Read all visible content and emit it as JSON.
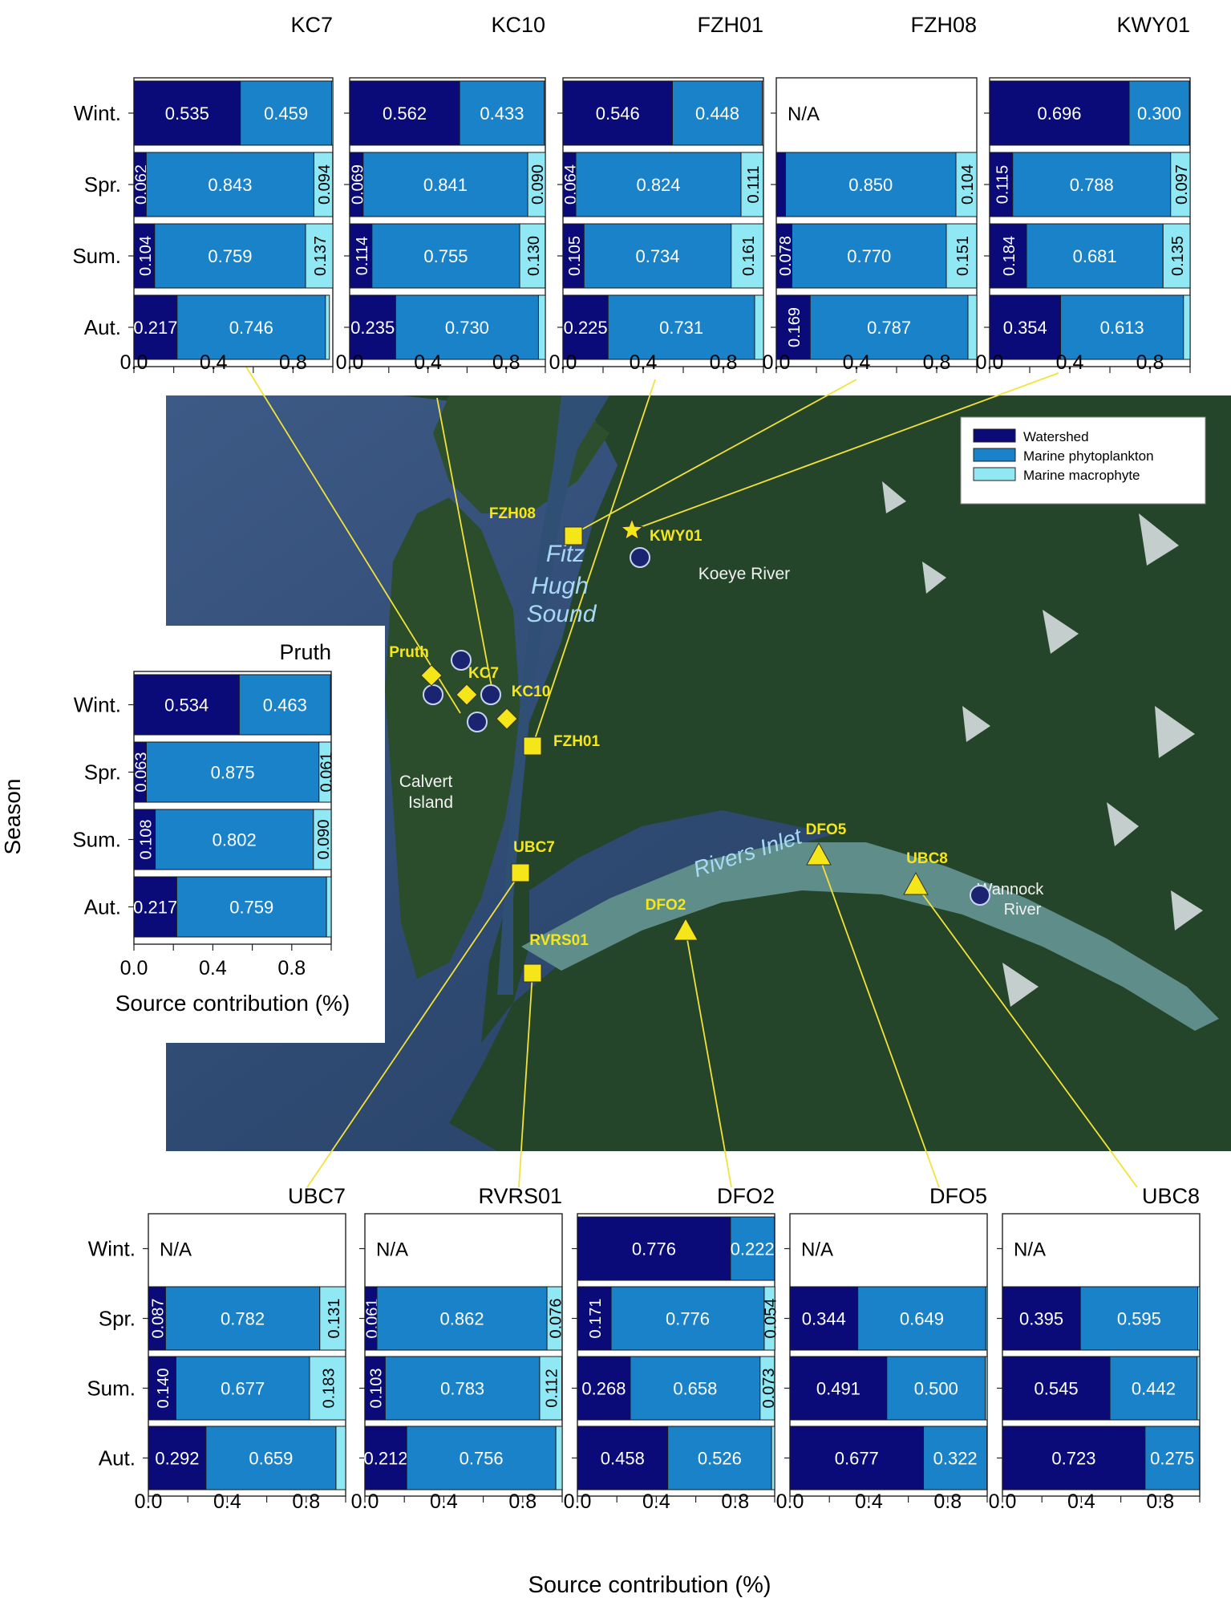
{
  "figure": {
    "y_axis_title": "Season",
    "x_axis_title": "Source contribution (%)",
    "seasons": [
      "Wint.",
      "Spr.",
      "Sum.",
      "Aut."
    ],
    "ticks": [
      "0.0",
      "0.4",
      "0.8"
    ],
    "na_label": "N/A"
  },
  "colors": {
    "watershed": "#0a0a78",
    "phytoplankton": "#1a82c8",
    "macrophyte": "#90e8f4",
    "callout_line": "#f2e23a",
    "site_marker": "#f5e61a",
    "river_marker": "#1a2470"
  },
  "legend": {
    "entries": [
      {
        "label": "Watershed",
        "key": "watershed"
      },
      {
        "label": "Marine phytoplankton",
        "key": "phytoplankton"
      },
      {
        "label": "Marine macrophyte",
        "key": "macrophyte"
      }
    ]
  },
  "map": {
    "place_labels": [
      {
        "text": "Fitz",
        "style": "water"
      },
      {
        "text": "Hugh",
        "style": "water"
      },
      {
        "text": "Sound",
        "style": "water"
      },
      {
        "text": "Rivers Inlet",
        "style": "water"
      },
      {
        "text": "Koeye River",
        "style": "land"
      },
      {
        "text": "Calvert",
        "style": "land"
      },
      {
        "text": "Island",
        "style": "land"
      },
      {
        "text": "Wannock",
        "style": "land"
      },
      {
        "text": "River",
        "style": "land"
      }
    ],
    "sites": [
      {
        "name": "FZH08",
        "marker": "square"
      },
      {
        "name": "KWY01",
        "marker": "star"
      },
      {
        "name": "Pruth",
        "marker": "diamond"
      },
      {
        "name": "KC7",
        "marker": "diamond"
      },
      {
        "name": "KC10",
        "marker": "diamond"
      },
      {
        "name": "FZH01",
        "marker": "square"
      },
      {
        "name": "UBC7",
        "marker": "square"
      },
      {
        "name": "RVRS01",
        "marker": "square"
      },
      {
        "name": "DFO2",
        "marker": "triangle"
      },
      {
        "name": "DFO5",
        "marker": "triangle"
      },
      {
        "name": "UBC8",
        "marker": "triangle"
      }
    ]
  },
  "chart_data": {
    "type": "bar",
    "orientation": "horizontal",
    "stacked": true,
    "xlim": [
      0,
      1
    ],
    "xlabel": "Source contribution (%)",
    "ylabel": "Season",
    "categories": [
      "Wint.",
      "Spr.",
      "Sum.",
      "Aut."
    ],
    "series_keys": [
      "watershed",
      "phytoplankton",
      "macrophyte"
    ],
    "series_names": [
      "Watershed",
      "Marine phytoplankton",
      "Marine macrophyte"
    ],
    "legend_position": "top-right of map",
    "panels": [
      {
        "site": "KC7",
        "rows": [
          {
            "season": "Wint.",
            "values": [
              0.535,
              0.459,
              0.006
            ],
            "labels": [
              "0.535",
              "0.459",
              ""
            ]
          },
          {
            "season": "Spr.",
            "values": [
              0.062,
              0.843,
              0.094
            ],
            "labels": [
              "0.062",
              "0.843",
              "0.094"
            ]
          },
          {
            "season": "Sum.",
            "values": [
              0.104,
              0.759,
              0.137
            ],
            "labels": [
              "0.104",
              "0.759",
              "0.137"
            ]
          },
          {
            "season": "Aut.",
            "values": [
              0.217,
              0.746,
              0.02
            ],
            "labels": [
              "0.217",
              "0.746",
              ""
            ]
          }
        ]
      },
      {
        "site": "KC10",
        "rows": [
          {
            "season": "Wint.",
            "values": [
              0.562,
              0.433,
              0.005
            ],
            "labels": [
              "0.562",
              "0.433",
              ""
            ]
          },
          {
            "season": "Spr.",
            "values": [
              0.069,
              0.841,
              0.09
            ],
            "labels": [
              "0.069",
              "0.841",
              "0.090"
            ]
          },
          {
            "season": "Sum.",
            "values": [
              0.114,
              0.755,
              0.13
            ],
            "labels": [
              "0.114",
              "0.755",
              "0.130"
            ]
          },
          {
            "season": "Aut.",
            "values": [
              0.235,
              0.73,
              0.035
            ],
            "labels": [
              "0.235",
              "0.730",
              ""
            ]
          }
        ]
      },
      {
        "site": "FZH01",
        "rows": [
          {
            "season": "Wint.",
            "values": [
              0.546,
              0.448,
              0.006
            ],
            "labels": [
              "0.546",
              "0.448",
              ""
            ]
          },
          {
            "season": "Spr.",
            "values": [
              0.064,
              0.824,
              0.111
            ],
            "labels": [
              "0.064",
              "0.824",
              "0.111"
            ]
          },
          {
            "season": "Sum.",
            "values": [
              0.105,
              0.734,
              0.161
            ],
            "labels": [
              "0.105",
              "0.734",
              "0.161"
            ]
          },
          {
            "season": "Aut.",
            "values": [
              0.225,
              0.731,
              0.044
            ],
            "labels": [
              "0.225",
              "0.731",
              ""
            ]
          }
        ]
      },
      {
        "site": "FZH08",
        "rows": [
          {
            "season": "Wint.",
            "na": true,
            "values": [
              0,
              0,
              0
            ],
            "labels": [
              "",
              "",
              ""
            ]
          },
          {
            "season": "Spr.",
            "values": [
              0.046,
              0.85,
              0.104
            ],
            "labels": [
              "",
              "0.850",
              "0.104"
            ]
          },
          {
            "season": "Sum.",
            "values": [
              0.078,
              0.77,
              0.151
            ],
            "labels": [
              "0.078",
              "0.770",
              "0.151"
            ]
          },
          {
            "season": "Aut.",
            "values": [
              0.169,
              0.787,
              0.044
            ],
            "labels": [
              "0.169",
              "0.787",
              ""
            ]
          }
        ]
      },
      {
        "site": "KWY01",
        "rows": [
          {
            "season": "Wint.",
            "values": [
              0.696,
              0.3,
              0.004
            ],
            "labels": [
              "0.696",
              "0.300",
              ""
            ]
          },
          {
            "season": "Spr.",
            "values": [
              0.115,
              0.788,
              0.097
            ],
            "labels": [
              "0.115",
              "0.788",
              "0.097"
            ]
          },
          {
            "season": "Sum.",
            "values": [
              0.184,
              0.681,
              0.135
            ],
            "labels": [
              "0.184",
              "0.681",
              "0.135"
            ]
          },
          {
            "season": "Aut.",
            "values": [
              0.354,
              0.613,
              0.033
            ],
            "labels": [
              "0.354",
              "0.613",
              ""
            ]
          }
        ]
      },
      {
        "site": "Pruth",
        "rows": [
          {
            "season": "Wint.",
            "values": [
              0.534,
              0.463,
              0.003
            ],
            "labels": [
              "0.534",
              "0.463",
              ""
            ]
          },
          {
            "season": "Spr.",
            "values": [
              0.063,
              0.875,
              0.061
            ],
            "labels": [
              "0.063",
              "0.875",
              "0.061"
            ]
          },
          {
            "season": "Sum.",
            "values": [
              0.108,
              0.802,
              0.09
            ],
            "labels": [
              "0.108",
              "0.802",
              "0.090"
            ]
          },
          {
            "season": "Aut.",
            "values": [
              0.217,
              0.759,
              0.024
            ],
            "labels": [
              "0.217",
              "0.759",
              ""
            ]
          }
        ]
      },
      {
        "site": "UBC7",
        "rows": [
          {
            "season": "Wint.",
            "na": true,
            "values": [
              0,
              0,
              0
            ],
            "labels": [
              "",
              "",
              ""
            ]
          },
          {
            "season": "Spr.",
            "values": [
              0.087,
              0.782,
              0.131
            ],
            "labels": [
              "0.087",
              "0.782",
              "0.131"
            ]
          },
          {
            "season": "Sum.",
            "values": [
              0.14,
              0.677,
              0.183
            ],
            "labels": [
              "0.140",
              "0.677",
              "0.183"
            ]
          },
          {
            "season": "Aut.",
            "values": [
              0.292,
              0.659,
              0.049
            ],
            "labels": [
              "0.292",
              "0.659",
              ""
            ]
          }
        ]
      },
      {
        "site": "RVRS01",
        "rows": [
          {
            "season": "Wint.",
            "na": true,
            "values": [
              0,
              0,
              0
            ],
            "labels": [
              "",
              "",
              ""
            ]
          },
          {
            "season": "Spr.",
            "values": [
              0.061,
              0.862,
              0.076
            ],
            "labels": [
              "0.061",
              "0.862",
              "0.076"
            ]
          },
          {
            "season": "Sum.",
            "values": [
              0.103,
              0.783,
              0.112
            ],
            "labels": [
              "0.103",
              "0.783",
              "0.112"
            ]
          },
          {
            "season": "Aut.",
            "values": [
              0.212,
              0.756,
              0.032
            ],
            "labels": [
              "0.212",
              "0.756",
              ""
            ]
          }
        ]
      },
      {
        "site": "DFO2",
        "rows": [
          {
            "season": "Wint.",
            "values": [
              0.776,
              0.222,
              0.002
            ],
            "labels": [
              "0.776",
              "0.222",
              ""
            ]
          },
          {
            "season": "Spr.",
            "values": [
              0.171,
              0.776,
              0.054
            ],
            "labels": [
              "0.171",
              "0.776",
              "0.054"
            ]
          },
          {
            "season": "Sum.",
            "values": [
              0.268,
              0.658,
              0.073
            ],
            "labels": [
              "0.268",
              "0.658",
              "0.073"
            ]
          },
          {
            "season": "Aut.",
            "values": [
              0.458,
              0.526,
              0.016
            ],
            "labels": [
              "0.458",
              "0.526",
              ""
            ]
          }
        ]
      },
      {
        "site": "DFO5",
        "rows": [
          {
            "season": "Wint.",
            "na": true,
            "values": [
              0,
              0,
              0
            ],
            "labels": [
              "",
              "",
              ""
            ]
          },
          {
            "season": "Spr.",
            "values": [
              0.344,
              0.649,
              0.007
            ],
            "labels": [
              "0.344",
              "0.649",
              ""
            ]
          },
          {
            "season": "Sum.",
            "values": [
              0.491,
              0.5,
              0.009
            ],
            "labels": [
              "0.491",
              "0.500",
              ""
            ]
          },
          {
            "season": "Aut.",
            "values": [
              0.677,
              0.322,
              0.001
            ],
            "labels": [
              "0.677",
              "0.322",
              ""
            ]
          }
        ]
      },
      {
        "site": "UBC8",
        "rows": [
          {
            "season": "Wint.",
            "na": true,
            "values": [
              0,
              0,
              0
            ],
            "labels": [
              "",
              "",
              ""
            ]
          },
          {
            "season": "Spr.",
            "values": [
              0.395,
              0.595,
              0.01
            ],
            "labels": [
              "0.395",
              "0.595",
              ""
            ]
          },
          {
            "season": "Sum.",
            "values": [
              0.545,
              0.442,
              0.013
            ],
            "labels": [
              "0.545",
              "0.442",
              ""
            ]
          },
          {
            "season": "Aut.",
            "values": [
              0.723,
              0.275,
              0.002
            ],
            "labels": [
              "0.723",
              "0.275",
              ""
            ]
          }
        ]
      }
    ]
  }
}
